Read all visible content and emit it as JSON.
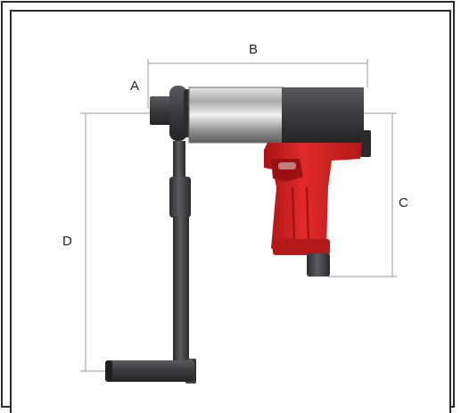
{
  "labels": {
    "a": "A",
    "b": "B",
    "c": "C",
    "d": "D"
  },
  "colors": {
    "frame": "#2b2b2b",
    "dimension_line": "#9a9a9a",
    "tool_dark": "#3a3a3c",
    "motor_silver": "#b9b9b9",
    "handle_red": "#d21f1f"
  }
}
